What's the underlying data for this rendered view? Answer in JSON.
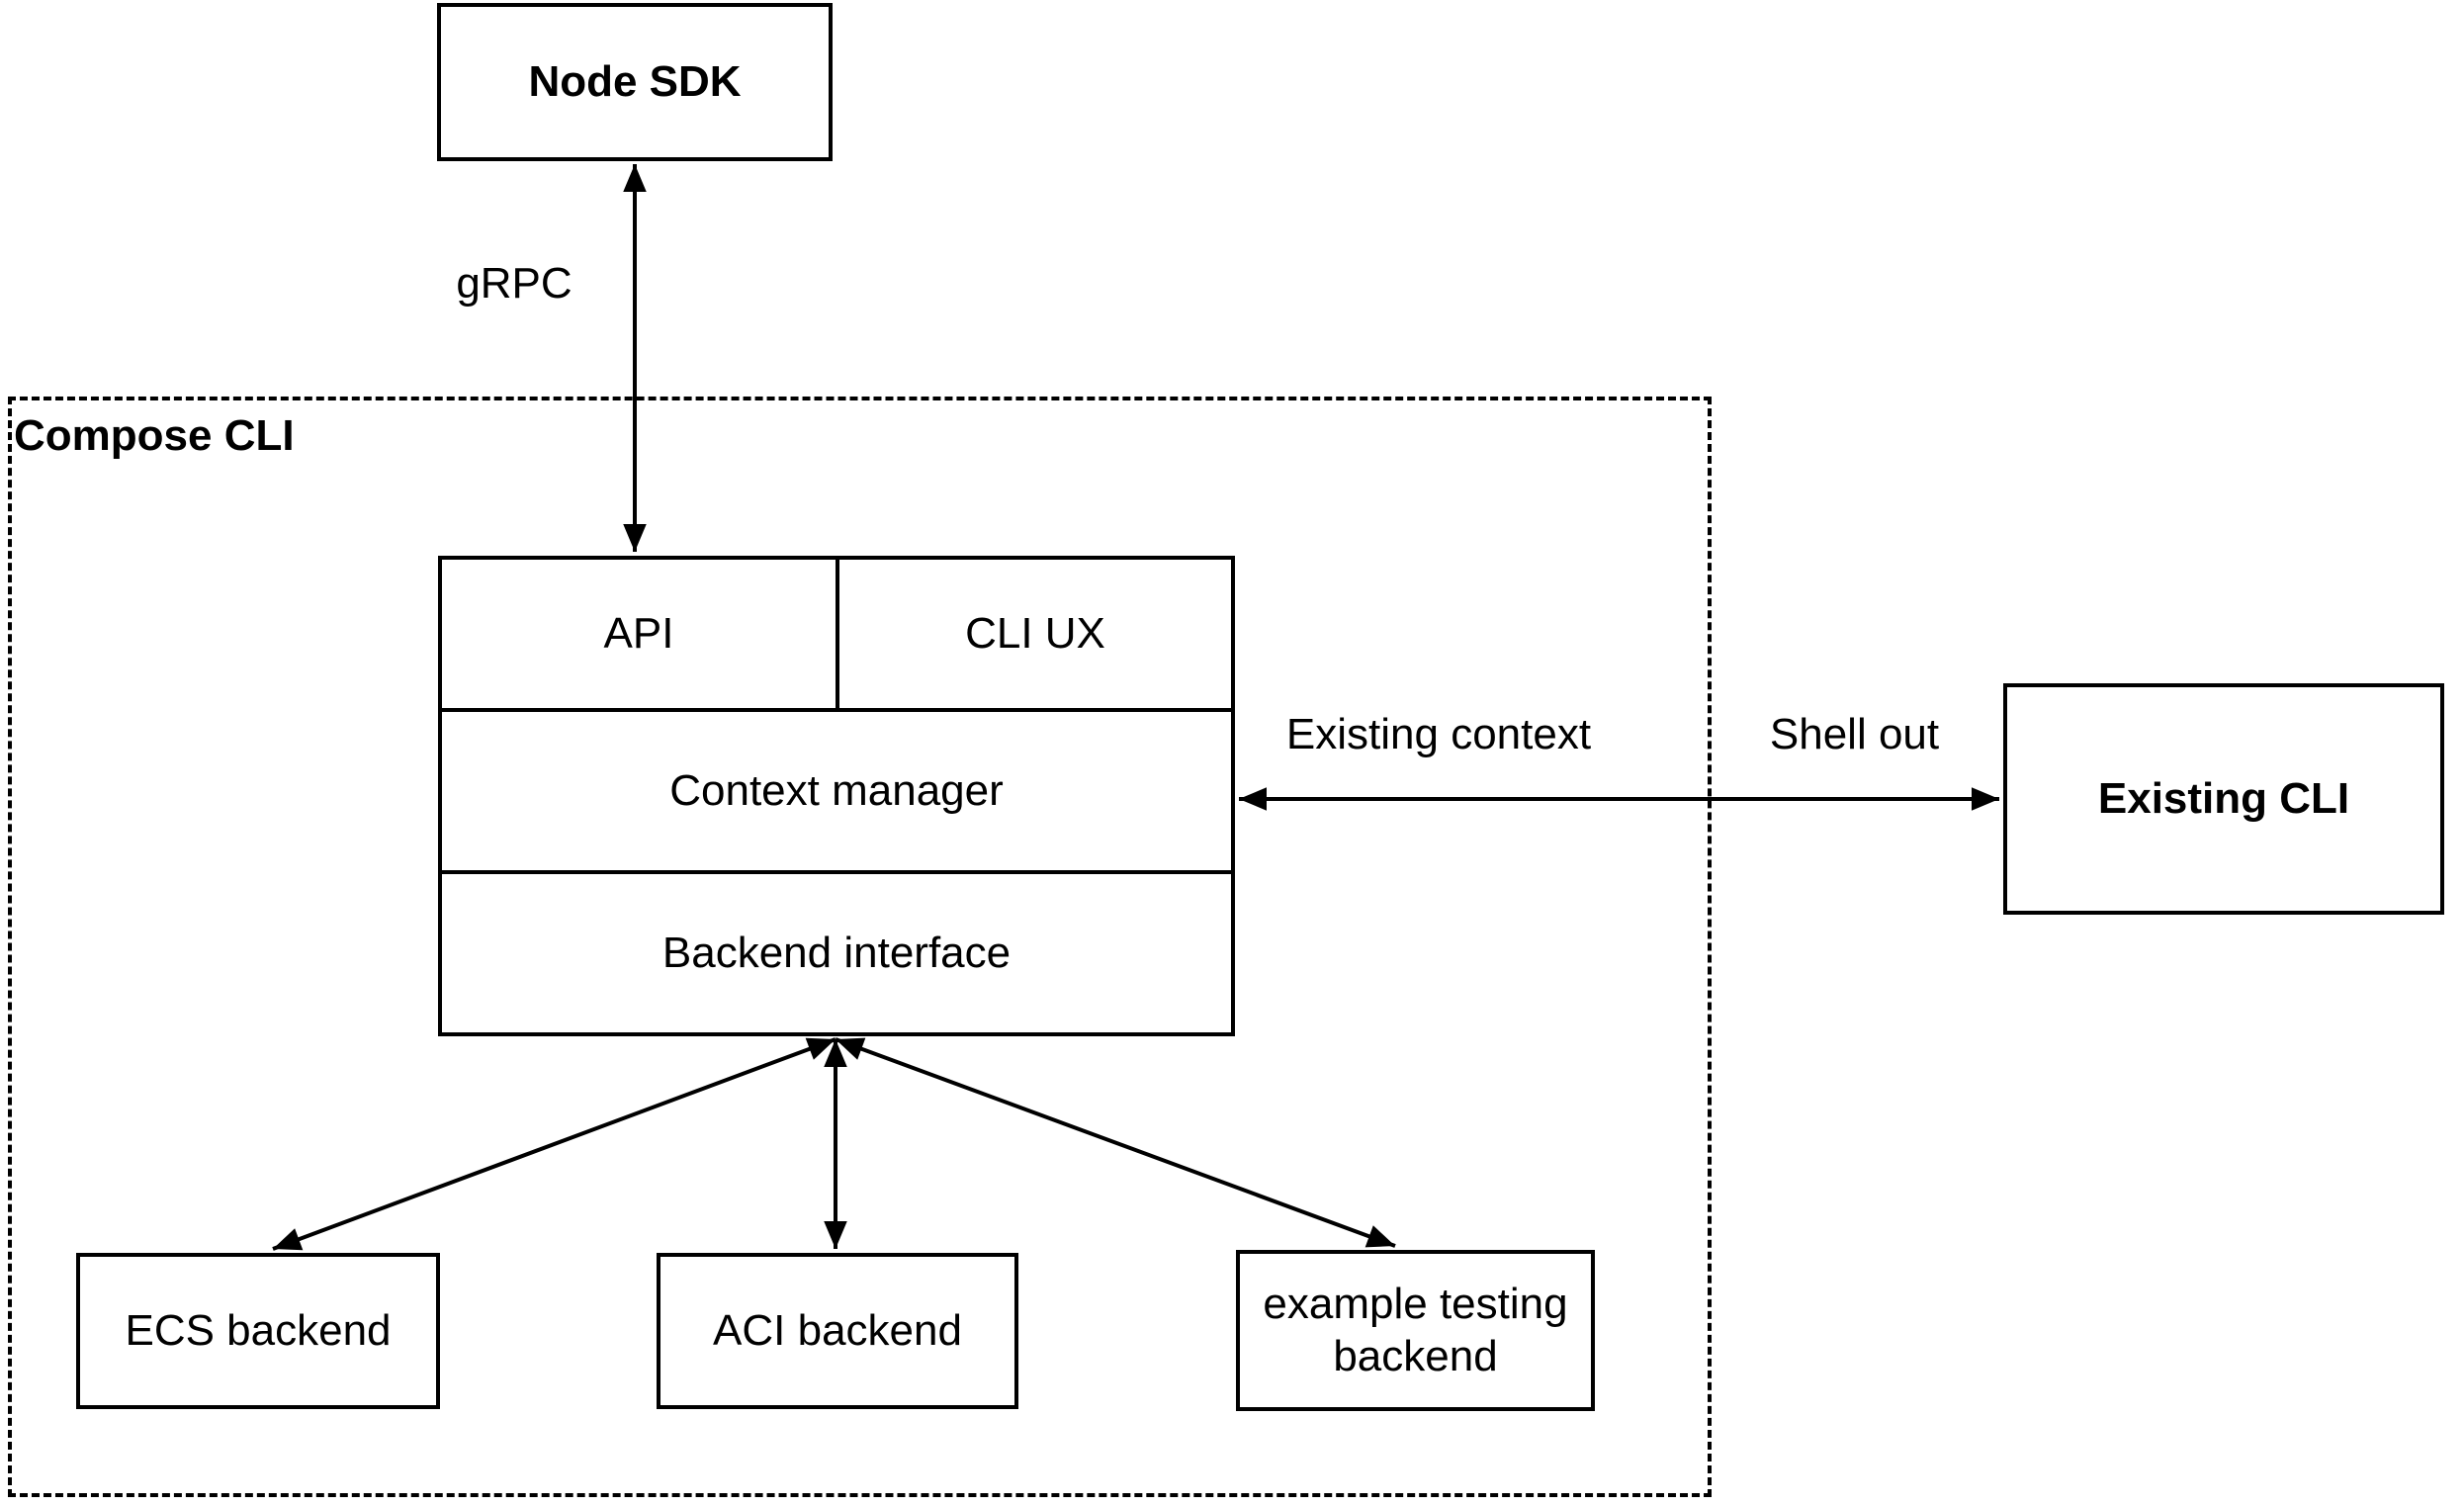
{
  "diagram": {
    "container_label": "Compose CLI",
    "nodes": {
      "node_sdk": "Node SDK",
      "api": "API",
      "cli_ux": "CLI UX",
      "context_manager": "Context manager",
      "backend_interface": "Backend interface",
      "ecs_backend": "ECS backend",
      "aci_backend": "ACI backend",
      "example_testing_backend": "example testing backend",
      "existing_cli": "Existing CLI"
    },
    "edge_labels": {
      "grpc": "gRPC",
      "existing_context": "Existing context",
      "shell_out": "Shell out"
    },
    "colors": {
      "stroke": "#000000",
      "background": "#ffffff"
    }
  }
}
